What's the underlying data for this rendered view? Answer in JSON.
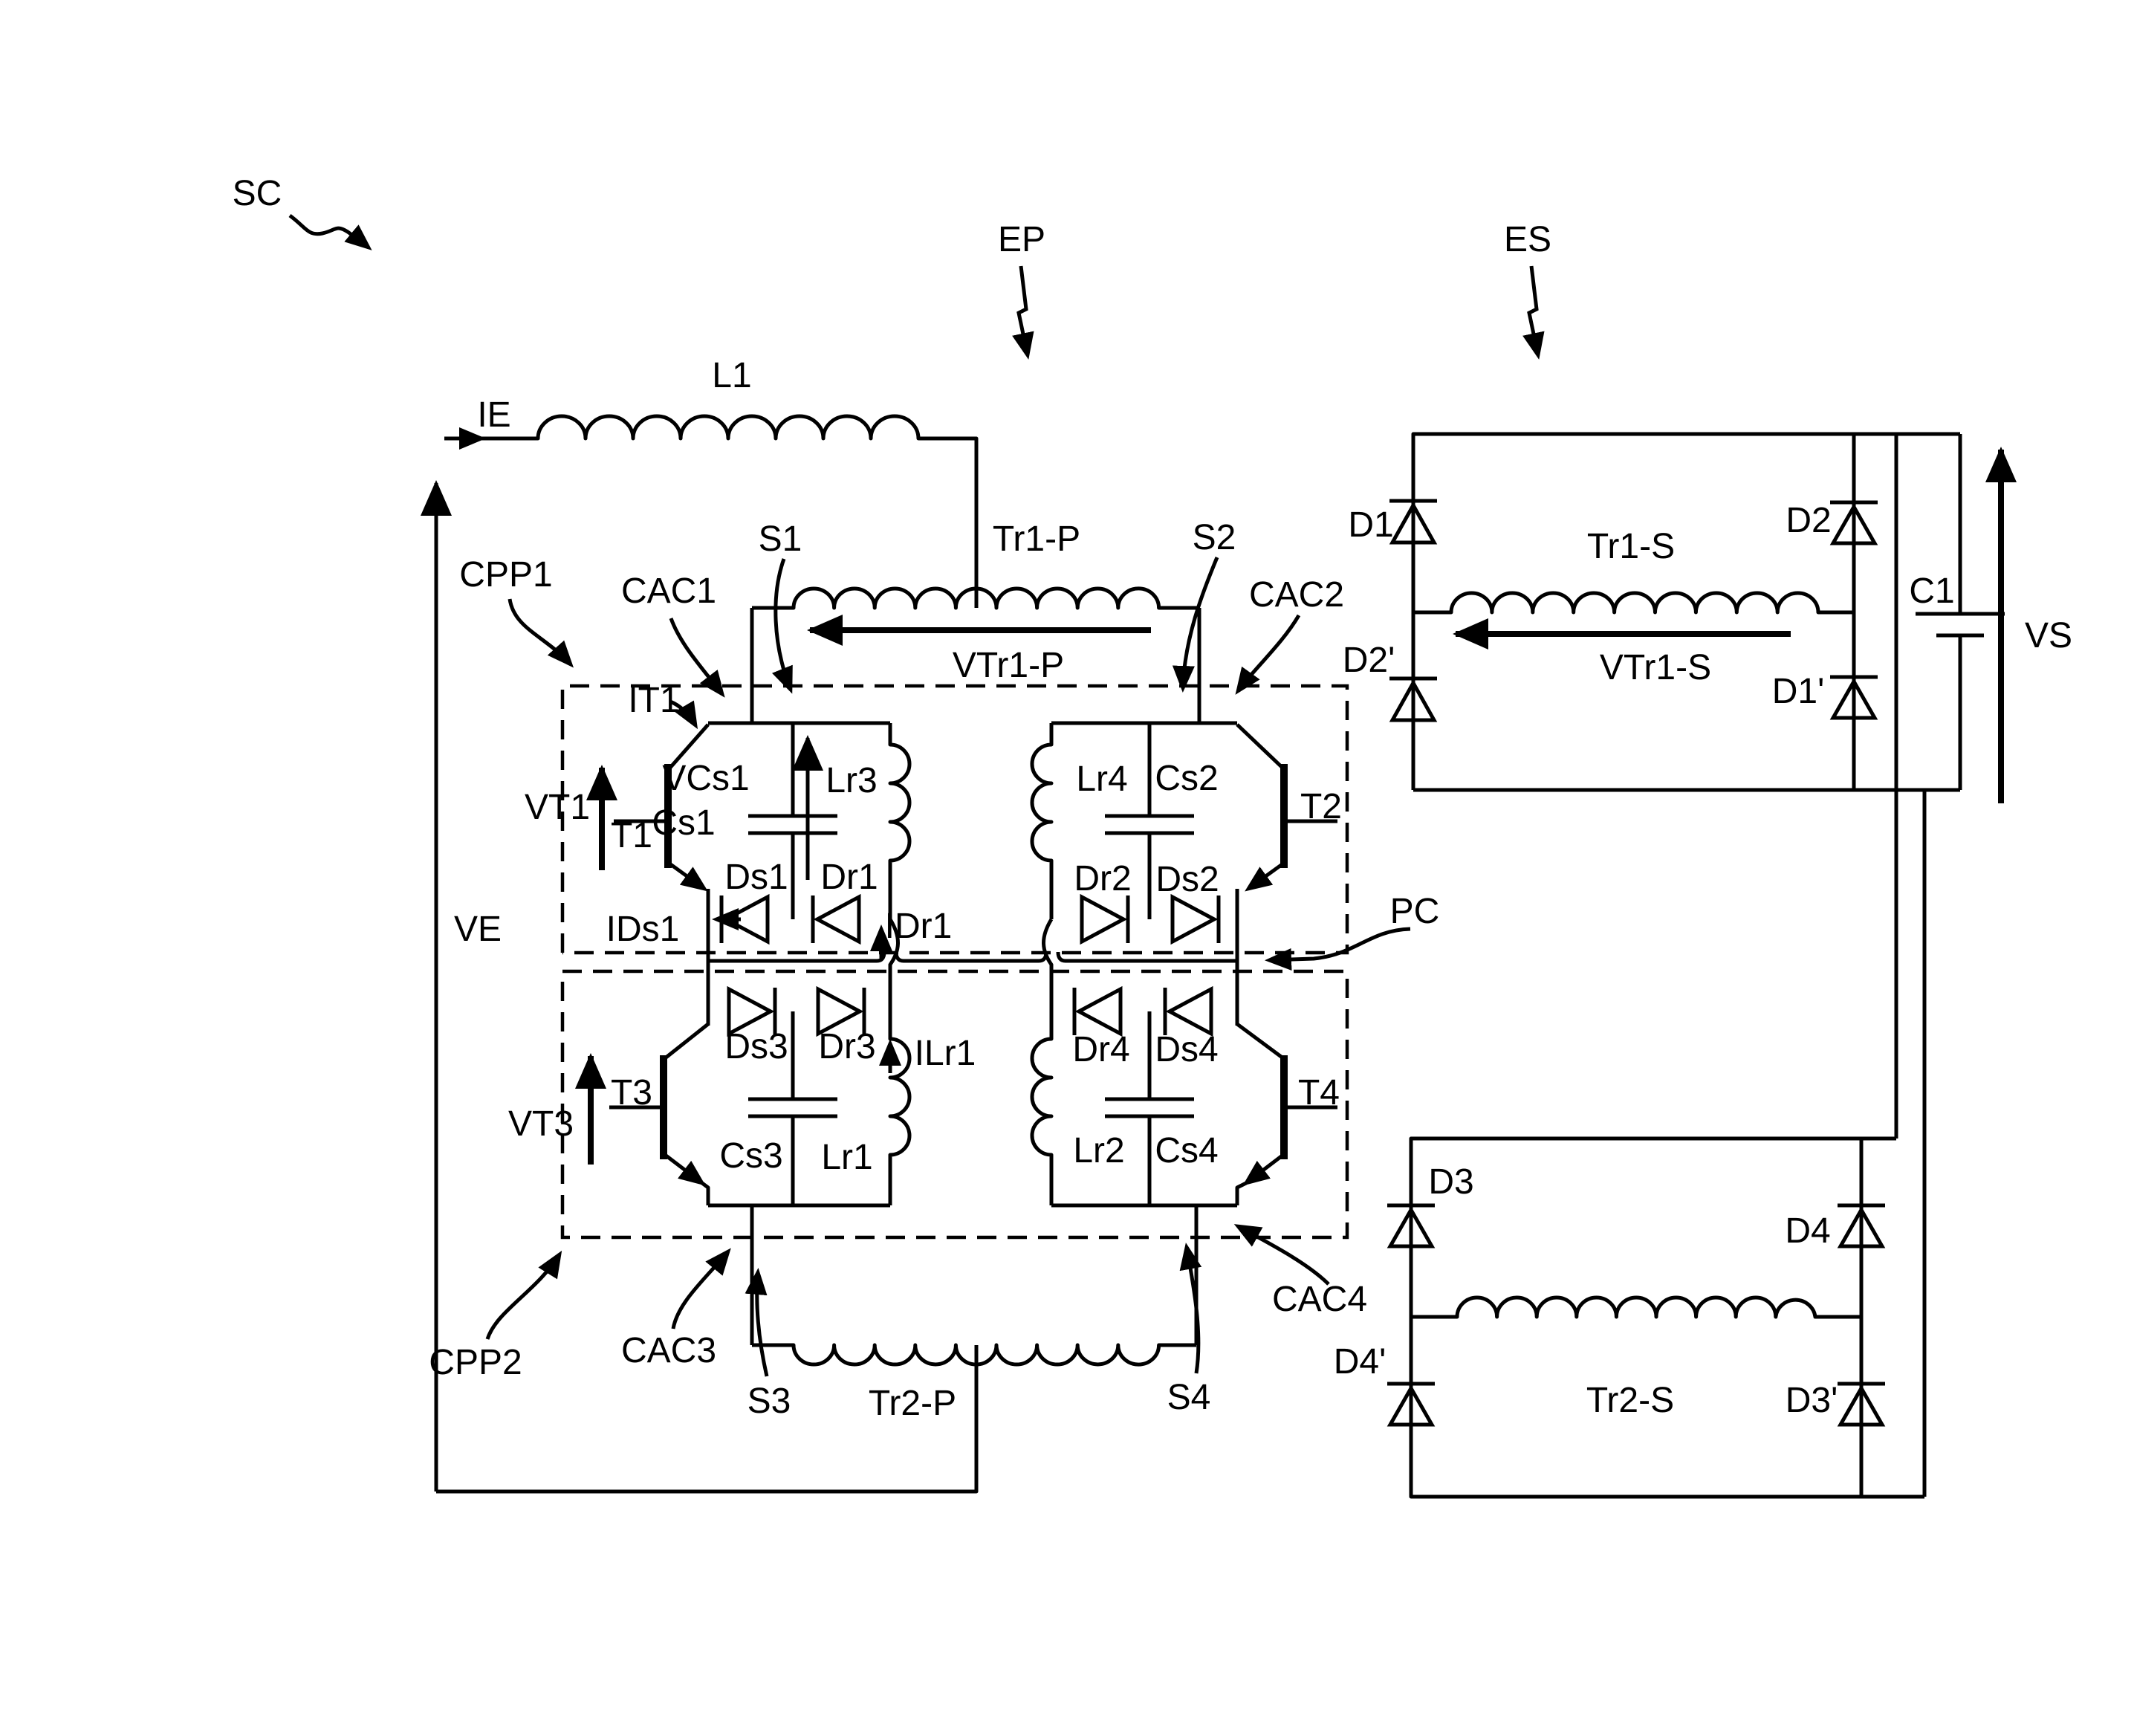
{
  "colors": {
    "line": "#000000",
    "background": "#ffffff"
  },
  "annotations": {
    "sc": "SC",
    "ep": "EP",
    "es": "ES",
    "pc": "PC",
    "ve": "VE",
    "ie": "IE"
  },
  "input": {
    "l1": "L1"
  },
  "primary": {
    "tr1p": "Tr1-P",
    "tr2p": "Tr2-P",
    "vtr1p": "VTr1-P",
    "s1": "S1",
    "s2": "S2",
    "s3": "S3",
    "s4": "S4",
    "cpp1": "CPP1",
    "cpp2": "CPP2",
    "cac1": "CAC1",
    "cac2": "CAC2",
    "cac3": "CAC3",
    "cac4": "CAC4"
  },
  "bridge": {
    "t1": "T1",
    "t2": "T2",
    "t3": "T3",
    "t4": "T4",
    "it1": "IT1",
    "vt1": "VT1",
    "vt3": "VT3",
    "vcs1": "VCs1",
    "cs1": "Cs1",
    "cs2": "Cs2",
    "cs3": "Cs3",
    "cs4": "Cs4",
    "lr1": "Lr1",
    "lr2": "Lr2",
    "lr3": "Lr3",
    "lr4": "Lr4",
    "ds1": "Ds1",
    "ds2": "Ds2",
    "ds3": "Ds3",
    "ds4": "Ds4",
    "dr1": "Dr1",
    "dr2": "Dr2",
    "dr3": "Dr3",
    "dr4": "Dr4",
    "ids1": "IDs1",
    "idr1": "IDr1",
    "ilr1": "ILr1"
  },
  "secondary1": {
    "d1": "D1",
    "d2": "D2",
    "d2p": "D2'",
    "d1p": "D1'",
    "tr1s": "Tr1-S",
    "vtr1s": "VTr1-S",
    "c1": "C1",
    "vs": "VS"
  },
  "secondary2": {
    "d3": "D3",
    "d4": "D4",
    "d4p": "D4'",
    "d3p": "D3'",
    "tr2s": "Tr2-S"
  }
}
